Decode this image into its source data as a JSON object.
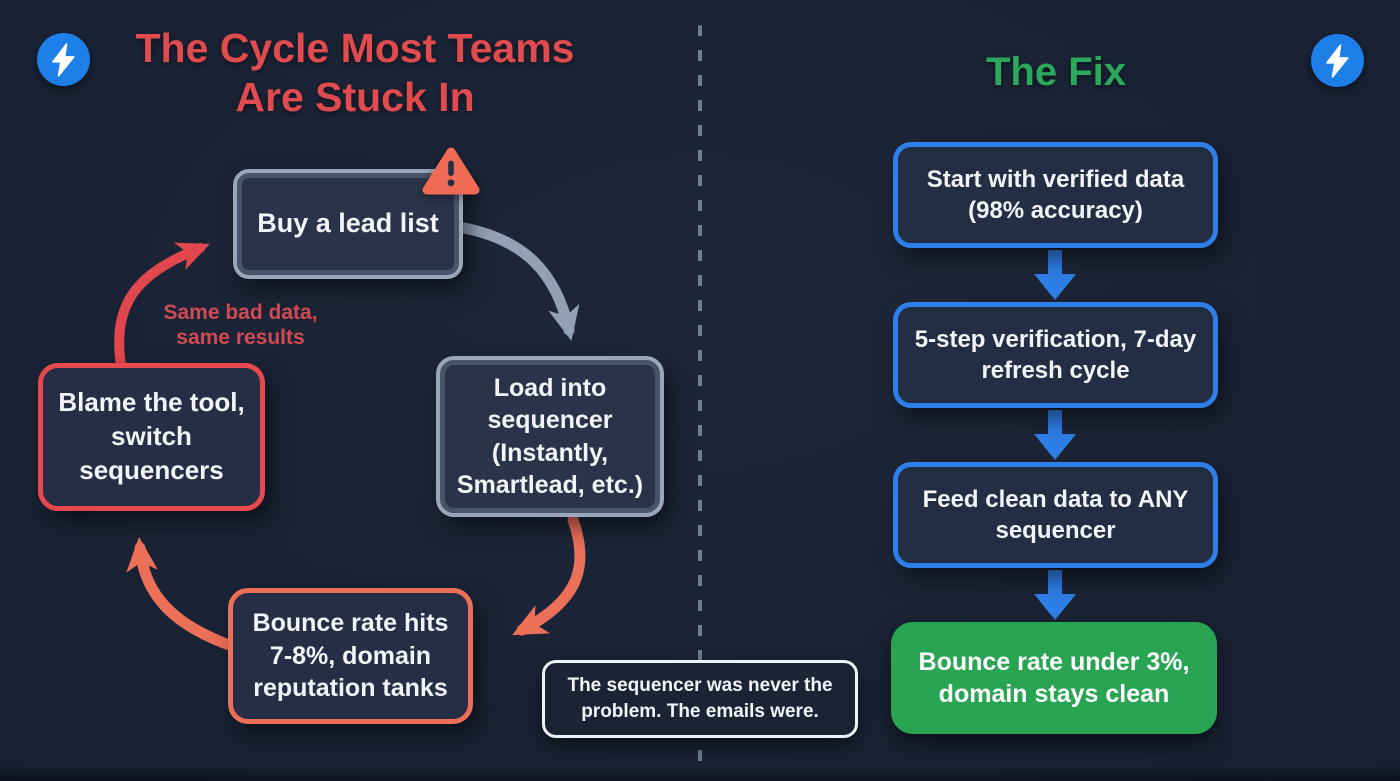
{
  "left": {
    "title": "The Cycle Most Teams Are Stuck In",
    "cycle_note": "Same bad data, same results",
    "boxes": {
      "buy": "Buy a lead list",
      "load": "Load into sequencer (Instantly, Smartlead, etc.)",
      "blame": "Blame the tool, switch sequencers",
      "bounce": "Bounce rate hits 7-8%, domain reputation tanks"
    },
    "quote": "The sequencer was never the problem. The emails were."
  },
  "right": {
    "title": "The Fix",
    "steps": [
      {
        "label": "Start with verified data (98% accuracy)"
      },
      {
        "label": "5-step verification, 7-day refresh cycle"
      },
      {
        "label": "Feed clean data to ANY sequencer"
      }
    ],
    "result": "Bounce rate under 3%, domain stays clean"
  },
  "icons": {
    "top_left": "lightning-bolt",
    "top_right": "lightning-bolt",
    "buy_corner": "warning-triangle"
  },
  "colors": {
    "background": "#182133",
    "cycle_title": "#e04b50",
    "fix_title": "#2ca85c",
    "slate_border": "#9aa6b9",
    "red_border": "#e8494e",
    "salmon": "#ec6f58",
    "blue_accent": "#2e7fe8",
    "green_fill": "#29a453",
    "gray_arrow": "#93a1b6",
    "bolt_circle": "#1e7fe8",
    "note_red": "#d14a53"
  }
}
